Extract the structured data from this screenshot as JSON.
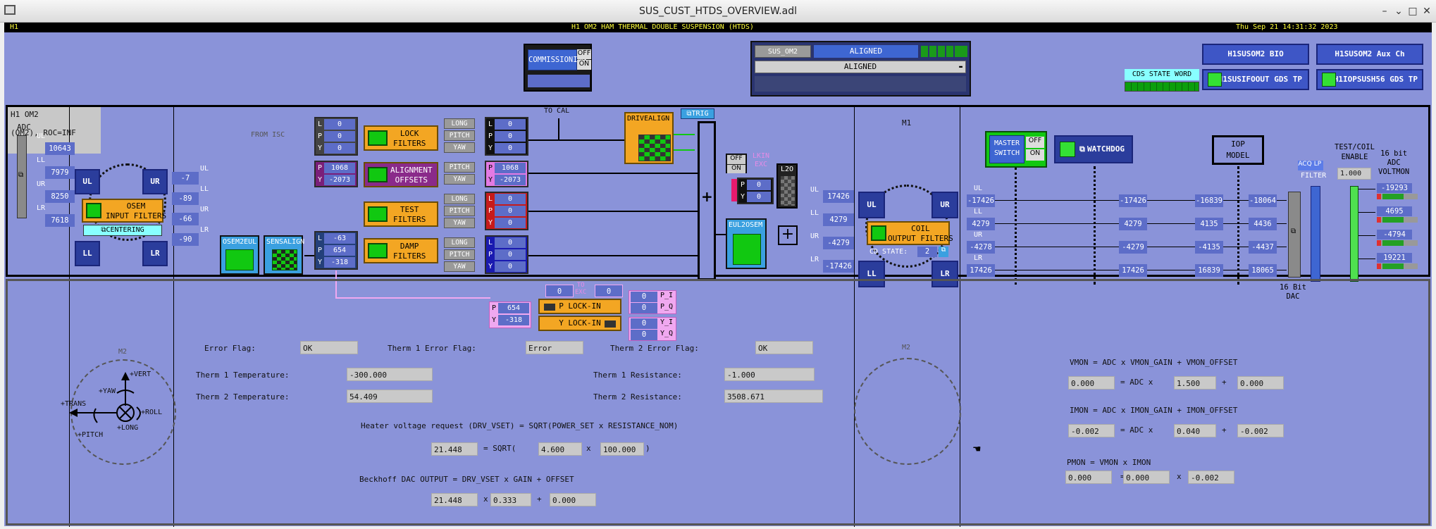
{
  "window": {
    "title": "SUS_CUST_HTDS_OVERVIEW.adl"
  },
  "header": {
    "site": "H1",
    "title": "H1 OM2  HAM THERMAL DOUBLE SUSPENSION (HTDS)",
    "datetime": "Thu Sep 21 14:31:32 2023"
  },
  "commissioning": {
    "label": "COMMISSIONING",
    "off": "OFF",
    "on": "ON"
  },
  "guardian": {
    "node": "SUS_OM2",
    "state": "ALIGNED",
    "request": "ALIGNED"
  },
  "right_buttons": {
    "bio": "H1SUSOM2 BIO",
    "aux": "H1SUSOM2 Aux Ch",
    "gds1": "H1SUSIFOOUT GDS TP",
    "gds2": "H1IOPSUSH56 GDS TP",
    "cds_state_word": "CDS STATE WORD"
  },
  "infobox": {
    "line1": "H1    OM2",
    "line2": "(OM2), ROC=INF"
  },
  "adc": {
    "label": "ADC",
    "rows": [
      {
        "name": "UL",
        "value": "10643"
      },
      {
        "name": "LL",
        "value": "7979"
      },
      {
        "name": "UR",
        "value": "8250"
      },
      {
        "name": "LR",
        "value": "7618"
      }
    ]
  },
  "osem_left": {
    "ul": "UL",
    "ur": "UR",
    "ll": "LL",
    "lr": "LR",
    "filters": "OSEM\nINPUT FILTERS",
    "centering": "CENTERING"
  },
  "osem_vals": [
    {
      "name": "UL",
      "value": "-7"
    },
    {
      "name": "LL",
      "value": "-89"
    },
    {
      "name": "UR",
      "value": "-66"
    },
    {
      "name": "LR",
      "value": "-90"
    }
  ],
  "blocks": {
    "osem2eul": "OSEM2EUL",
    "sensalign": "SENSALIGN",
    "from_isc": "FROM ISC",
    "to_cal": "TO CAL",
    "drivealign": "DRIVEALIGN",
    "trig": "TRIG",
    "lkin_exc": "LKIN\nEXC",
    "l20": "L2O",
    "eul2osem": "EUL2OSEM",
    "m1": "M1",
    "to_exc": "TO\nEXC"
  },
  "lock_in": {
    "L": "0",
    "P": "0",
    "Y": "0"
  },
  "align_in": {
    "P": "1068",
    "Y": "-2073"
  },
  "damp_in": {
    "L": "-63",
    "P": "654",
    "Y": "-318"
  },
  "filters": {
    "lock": "LOCK\nFILTERS",
    "alignment": "ALIGNMENT\nOFFSETS",
    "test": "TEST\nFILTERS",
    "damp": "DAMP\nFILTERS"
  },
  "dof_buttons": {
    "long": "LONG",
    "pitch": "PITCH",
    "yaw": "YAW"
  },
  "out_lock": {
    "L": "0",
    "P": "0",
    "Y": "0"
  },
  "out_align": {
    "P": "1068",
    "Y": "-2073"
  },
  "out_test": {
    "L": "0",
    "P": "0",
    "Y": "0"
  },
  "out_damp": {
    "L": "0",
    "P": "0",
    "Y": "0"
  },
  "lockin": {
    "p_label": "P LOCK-IN",
    "y_label": "Y LOCK-IN",
    "p": "654",
    "y": "-318",
    "exc1": "0",
    "exc2": "0",
    "pi": "0",
    "pq": "0",
    "yi": "0",
    "yq": "0",
    "pi_l": "P_I",
    "pq_l": "P_Q",
    "yi_l": "Y_I",
    "yq_l": "Y_Q"
  },
  "lkin": {
    "off": "OFF",
    "on": "ON",
    "p": "0",
    "y": "0"
  },
  "eul_out": [
    {
      "name": "UL",
      "value": "17426"
    },
    {
      "name": "LL",
      "value": "4279"
    },
    {
      "name": "UR",
      "value": "-4279"
    },
    {
      "name": "LR",
      "value": "-17426"
    }
  ],
  "coil": {
    "label": "COIL\nOUTPUT FILTERS",
    "cd_state": "CD STATE:",
    "cd_val": "2",
    "ul": "UL",
    "ur": "UR",
    "ll": "LL",
    "lr": "LR"
  },
  "master": {
    "label": "MASTER\nSWITCH",
    "off": "OFF",
    "on": "ON",
    "watchdog": "WATCHDOG",
    "iop": "IOP\nMODEL"
  },
  "chain": [
    {
      "name": "UL",
      "v0": "-17426",
      "v1": "-17426",
      "v2": "-16839",
      "v3": "-18064"
    },
    {
      "name": "LL",
      "v0": "4279",
      "v1": "4279",
      "v2": "4135",
      "v3": "4436"
    },
    {
      "name": "UR",
      "v0": "-4278",
      "v1": "-4279",
      "v2": "-4135",
      "v3": "-4437"
    },
    {
      "name": "LR",
      "v0": "17426",
      "v1": "17426",
      "v2": "16839",
      "v3": "18065"
    }
  ],
  "dac": {
    "label": "16 Bit\nDAC",
    "filter": "FILTER",
    "acq": "ACQ",
    "lp": "LP",
    "test_coil": "TEST/COIL\nENABLE",
    "enable_val": "1.000",
    "voltmon": "16 bit\nADC\nVOLTMON",
    "vm": [
      "-19293",
      "4695",
      "-4794",
      "19221"
    ]
  },
  "lower": {
    "m2": "M2",
    "m2b": "M2",
    "error_flag": "Error Flag:",
    "error_val": "OK",
    "therm1_err": "Therm 1 Error Flag:",
    "therm1_err_val": "Error",
    "therm2_err": "Therm 2 Error Flag:",
    "therm2_err_val": "OK",
    "therm1_temp": "Therm 1 Temperature:",
    "therm1_temp_val": "-300.000",
    "therm2_temp": "Therm 2 Temperature:",
    "therm2_temp_val": "54.409",
    "therm1_res": "Therm 1 Resistance:",
    "therm1_res_val": "-1.000",
    "therm2_res": "Therm 2 Resistance:",
    "therm2_res_val": "3508.671",
    "heater_title": "Heater voltage request (DRV_VSET) = SQRT(POWER_SET x RESISTANCE_NOM)",
    "heater_val": "21.448",
    "eq_sqrt": "= SQRT(",
    "power": "4.600",
    "x1": "x",
    "res_nom": "100.000",
    "close": ")",
    "beck_title": "Beckhoff DAC OUTPUT = DRV_VSET x GAIN + OFFSET",
    "beck_val": "21.448",
    "x2": "x",
    "gain": "0.333",
    "plus": "+",
    "offset": "0.000",
    "vmon_title": "VMON = ADC x VMON_GAIN + VMON_OFFSET",
    "vmon_val": "0.000",
    "eq_adc": "= ADC x",
    "vmon_gain": "1.500",
    "vmon_off": "0.000",
    "imon_title": "IMON = ADC x IMON_GAIN + IMON_OFFSET",
    "imon_val": "-0.002",
    "imon_gain": "0.040",
    "imon_off": "-0.002",
    "pmon_title": "PMON = VMON x IMON",
    "pmon_val": "0.000",
    "pmon_v": "0.000",
    "pmon_i": "-0.002",
    "eq": "="
  },
  "axes": {
    "vert": "+VERT",
    "yaw": "+YAW",
    "trans": "+TRANS",
    "roll": "+ROLL",
    "long": "+LONG",
    "pitch": "+PITCH"
  },
  "colors": {
    "background": "#8a93d9",
    "header": "#000000",
    "header_text": "#ffff3a",
    "value_blue": "#5d6dc8",
    "orange": "#f3a623",
    "green": "#11c811"
  }
}
